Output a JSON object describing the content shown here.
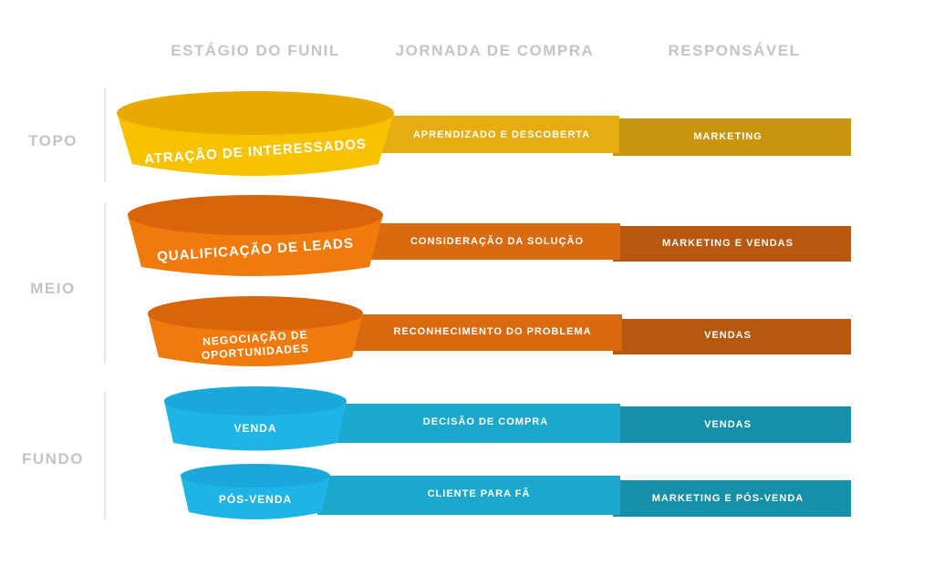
{
  "headers": {
    "stage": "ESTÁGIO DO FUNIL",
    "journey": "JORNADA DE COMPRA",
    "owner": "RESPONSÁVEL"
  },
  "stages": {
    "top": "TOPO",
    "middle": "MEIO",
    "bottom": "FUNDO"
  },
  "rows": [
    {
      "funnel": "ATRAÇÃO DE INTERESSADOS",
      "journey": "APRENDIZADO E DESCOBERTA",
      "owner": "MARKETING"
    },
    {
      "funnel": "QUALIFICAÇÃO DE LEADS",
      "journey": "CONSIDERAÇÃO DA SOLUÇÃO",
      "owner": "MARKETING E VENDAS"
    },
    {
      "funnel_line1": "NEGOCIAÇÃO DE",
      "funnel_line2": "OPORTUNIDADES",
      "journey": "RECONHECIMENTO DO PROBLEMA",
      "owner": "VENDAS"
    },
    {
      "funnel": "VENDA",
      "journey": "DECISÃO DE COMPRA",
      "owner": "VENDAS"
    },
    {
      "funnel": "PÓS-VENDA",
      "journey": "CLIENTE PARA FÃ",
      "owner": "MARKETING E PÓS-VENDA"
    }
  ],
  "colors": {
    "yellow_funnel": "#f7c300",
    "yellow_rim": "#e8a900",
    "yellow_band": "#e6ad12",
    "yellow_owner": "#c9950f",
    "orange_funnel": "#f07a0c",
    "orange_rim": "#d9640b",
    "orange_band": "#d96a10",
    "orange_owner": "#b8570f",
    "blue_funnel": "#1eb5e6",
    "blue_rim": "#1aa7da",
    "blue_band": "#1ca8cc",
    "blue_owner": "#1590a8",
    "grey_text": "#c4c4c4"
  }
}
